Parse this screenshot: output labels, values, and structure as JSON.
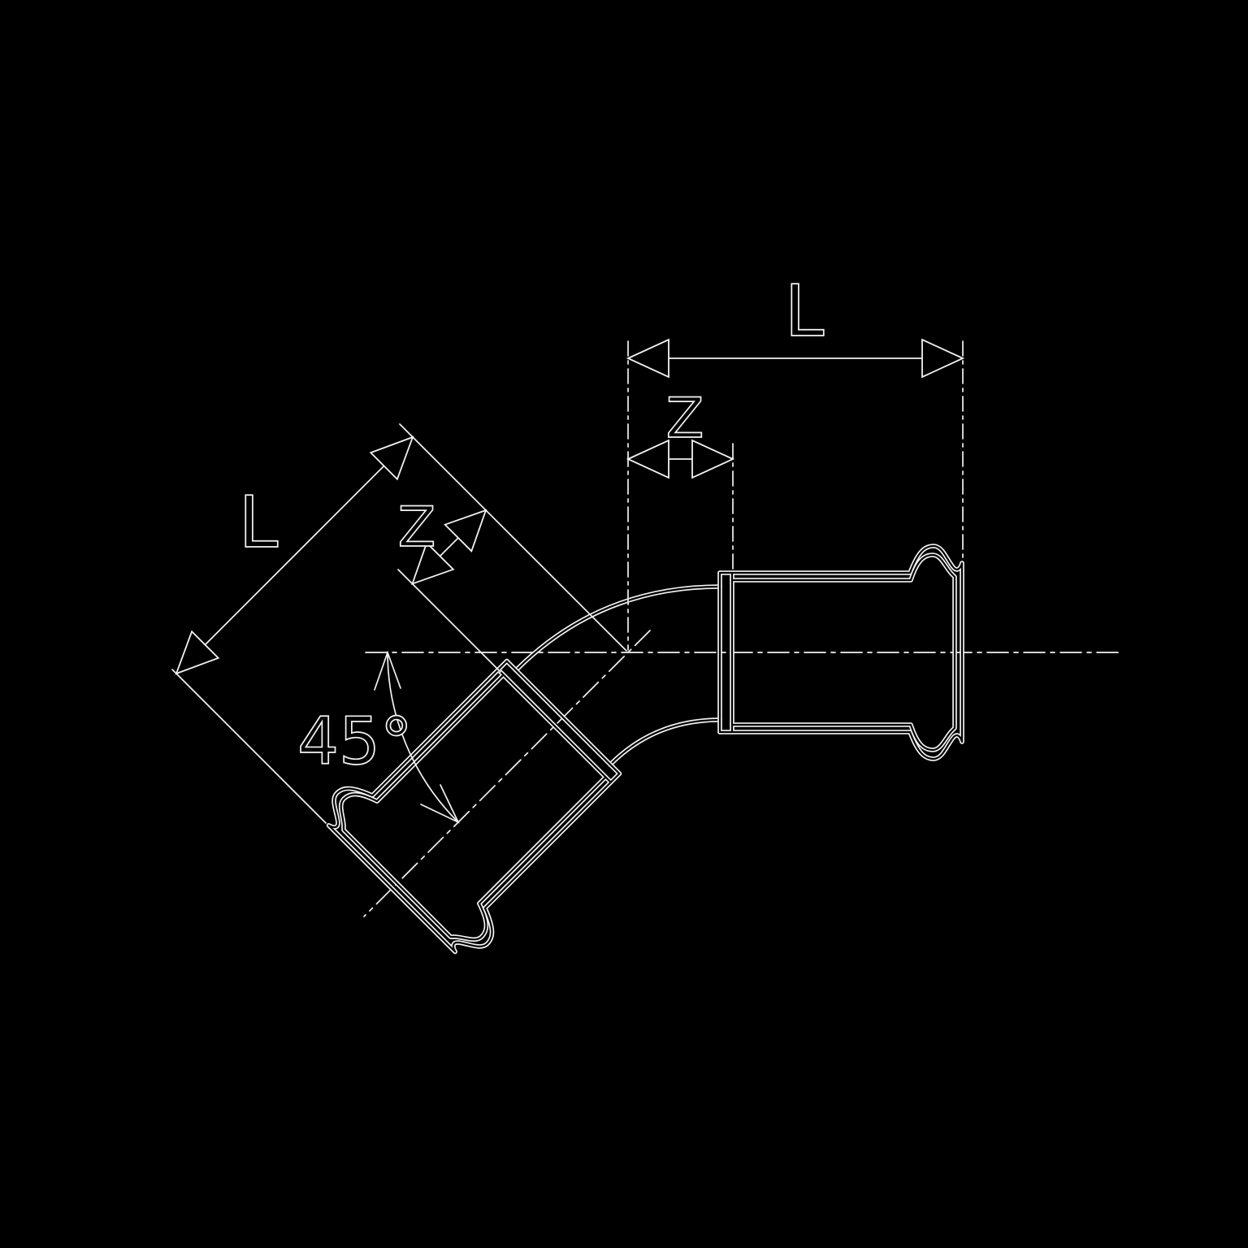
{
  "drawing": {
    "background": "#000000",
    "line_color": "#f2f2f2",
    "description": "technical line drawing of a 45-degree press-fit pipe elbow with two socket ends",
    "labels": {
      "l_right": "L",
      "z_right": "Z",
      "l_left": "L",
      "z_left": "Z",
      "angle": "45°"
    }
  }
}
